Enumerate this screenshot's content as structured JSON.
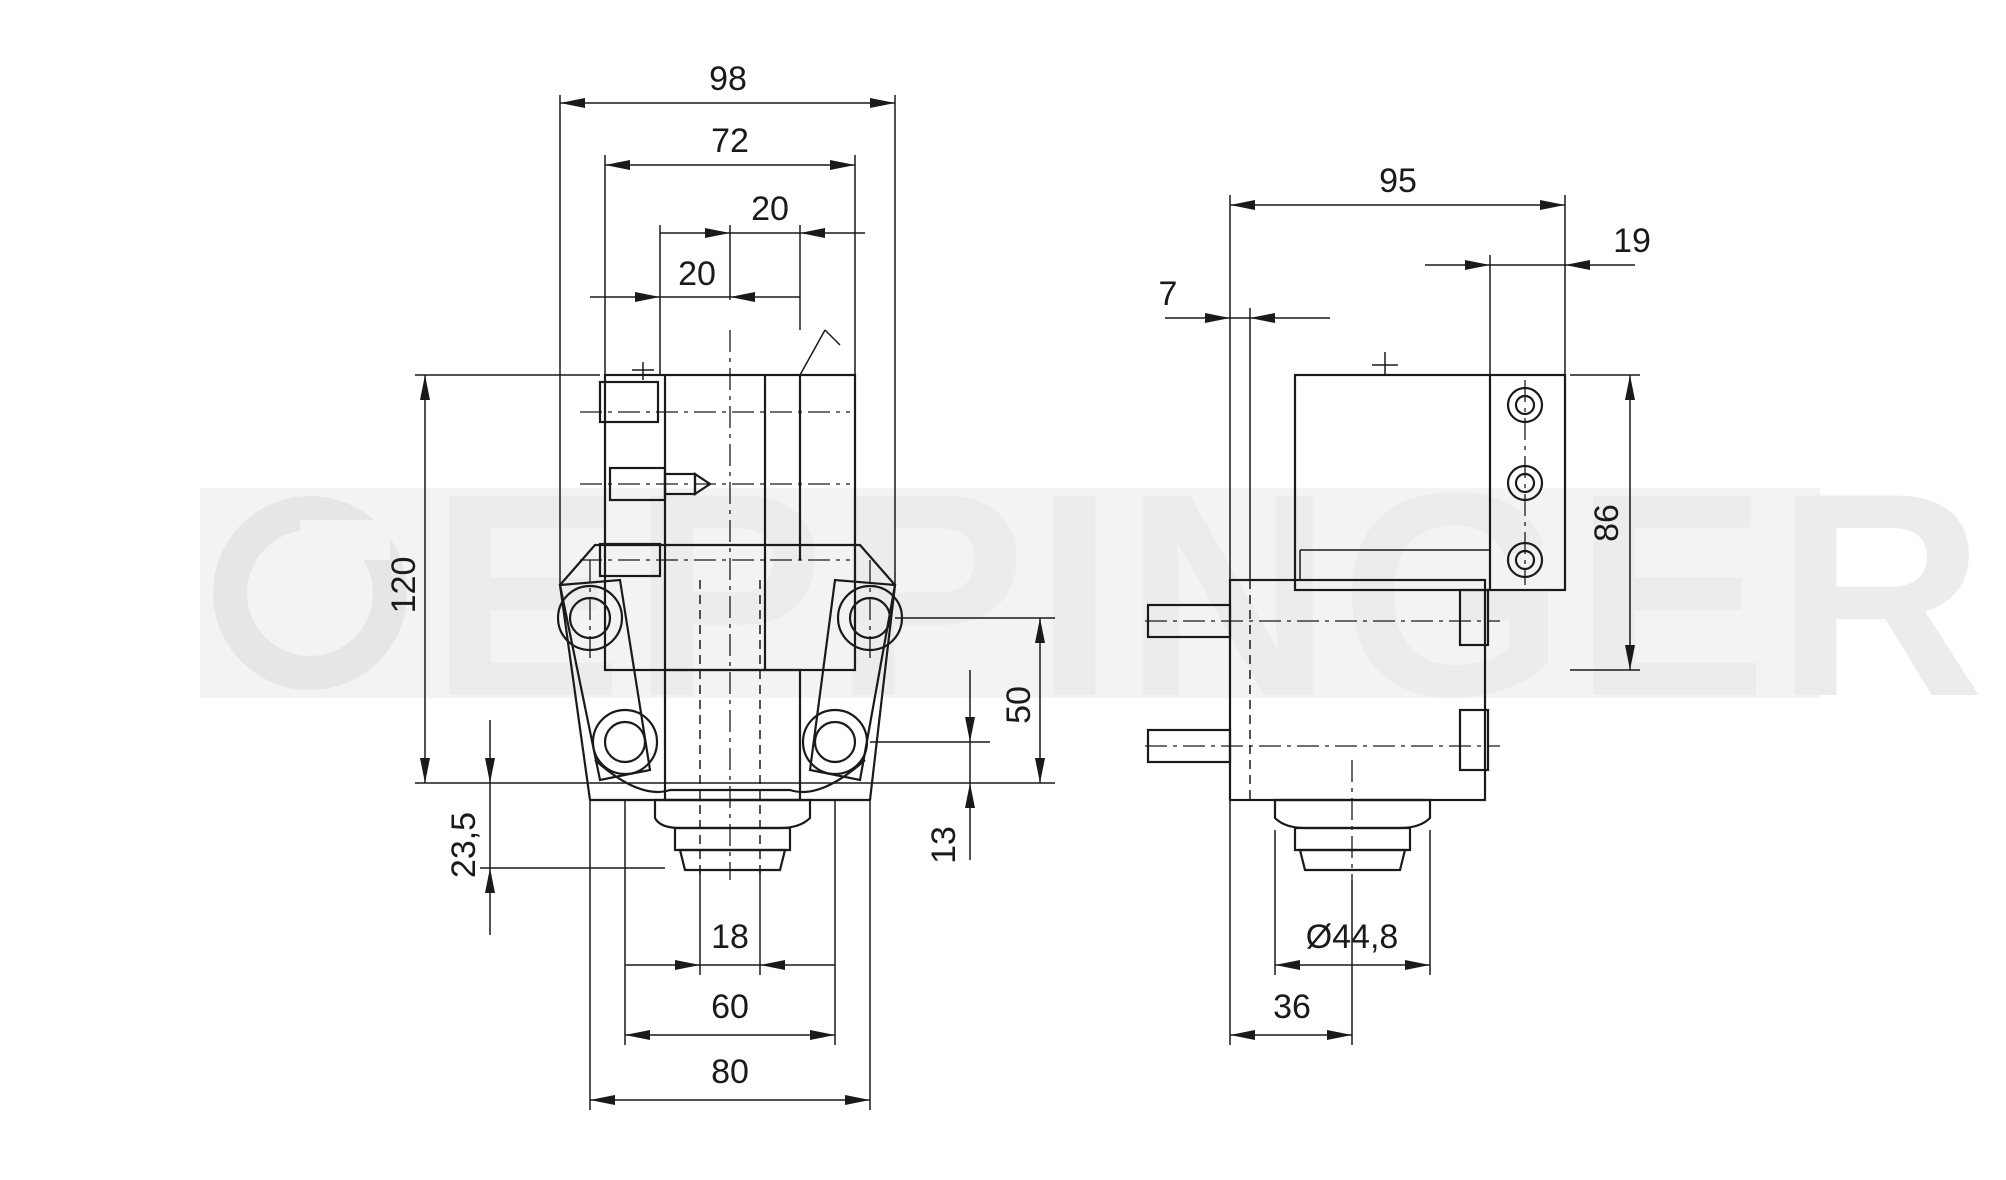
{
  "watermark": {
    "text": "EPPINGER",
    "color": "#ececec"
  },
  "colors": {
    "line": "#1a1a1a",
    "background": "#ffffff"
  },
  "front_view": {
    "dimensions": {
      "overall_width": "98",
      "body_width": "72",
      "upper_offset": "20",
      "lower_offset": "20",
      "height": "120",
      "screw_spacing": "50",
      "tool_shank_height": "23,5",
      "lower_height": "13",
      "shank_width": "18",
      "mount_width_inner": "60",
      "mount_width_outer": "80"
    }
  },
  "side_view": {
    "dimensions": {
      "overall_depth": "95",
      "front_offset": "19",
      "back_offset": "7",
      "block_height": "86",
      "shank_diameter": "Ø44,8",
      "shank_offset": "36"
    }
  }
}
